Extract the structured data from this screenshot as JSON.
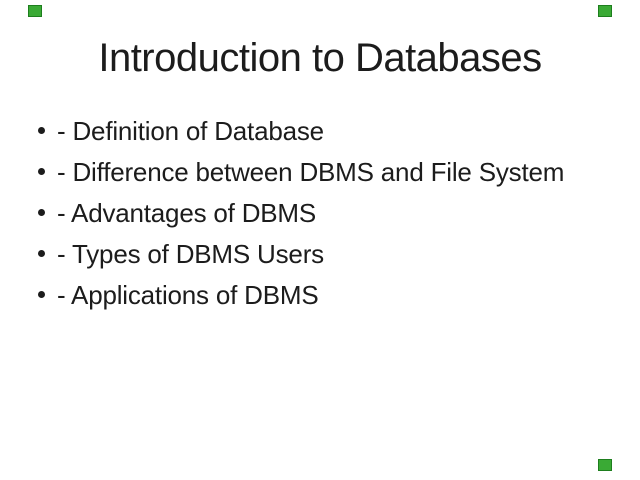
{
  "slide": {
    "title": "Introduction to Databases",
    "bullets": [
      "- Definition of Database",
      "- Difference between DBMS and File System",
      "- Advantages of DBMS",
      "- Types of DBMS Users",
      "- Applications of DBMS"
    ],
    "colors": {
      "background": "#ffffff",
      "text": "#1c1c1c",
      "corner_marker_fill": "#3aaa35",
      "corner_marker_border": "#1e7e1e"
    },
    "corner_markers": [
      "top-left",
      "top-right",
      "bottom-right"
    ]
  }
}
